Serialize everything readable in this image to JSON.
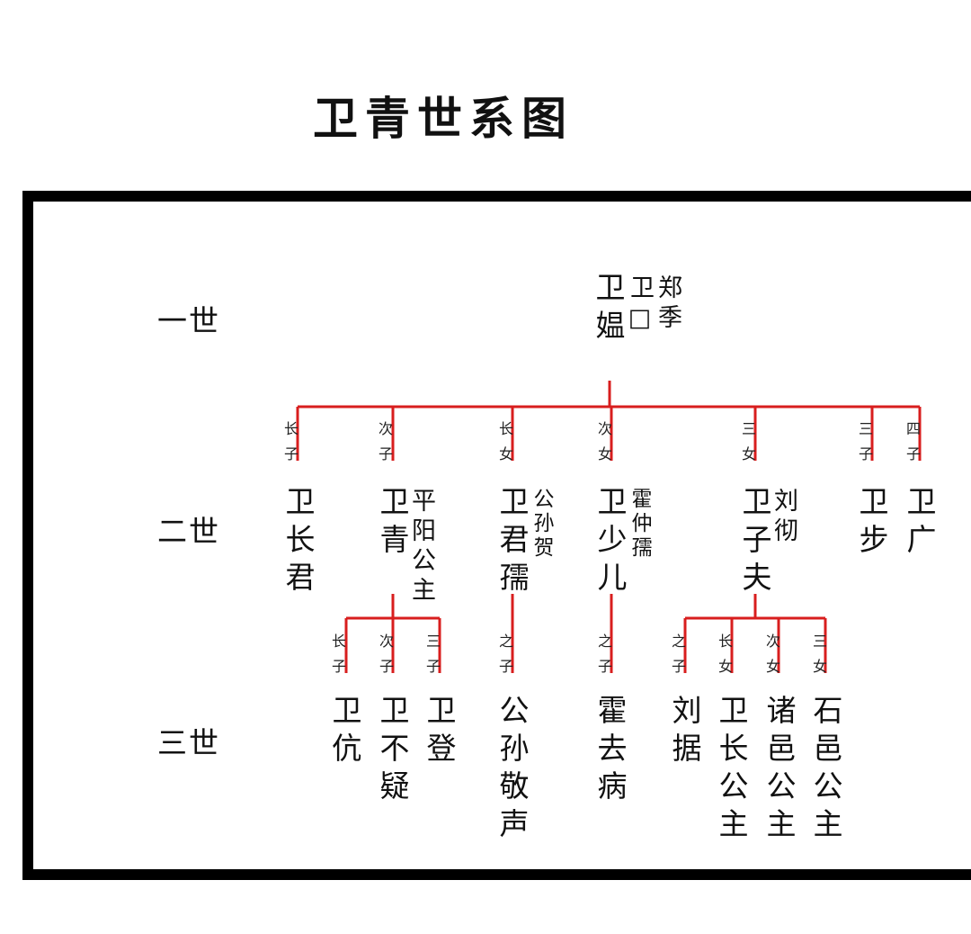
{
  "title": "卫青世系图",
  "generations": [
    "一世",
    "二世",
    "三世"
  ],
  "line_color": "#d81e1e",
  "gen1": {
    "mother": "卫媪",
    "spouses": [
      "卫□",
      "郑季"
    ]
  },
  "gen2": [
    {
      "order": "长子",
      "name": "卫长君"
    },
    {
      "order": "次子",
      "name": "卫青",
      "spouse": "平阳公主"
    },
    {
      "order": "长女",
      "name": "卫君孺",
      "spouse": "公孙贺"
    },
    {
      "order": "次女",
      "name": "卫少儿",
      "spouse": "霍仲孺"
    },
    {
      "order": "三女",
      "name": "卫子夫",
      "spouse": "刘彻"
    },
    {
      "order": "三子",
      "name": "卫步"
    },
    {
      "order": "四子",
      "name": "卫广"
    }
  ],
  "gen3": [
    {
      "order": "长子",
      "name": "卫伉"
    },
    {
      "order": "次子",
      "name": "卫不疑"
    },
    {
      "order": "三子",
      "name": "卫登"
    },
    {
      "order": "之子",
      "name": "公孙敬声"
    },
    {
      "order": "之子",
      "name": "霍去病"
    },
    {
      "order": "之子",
      "name": "刘据"
    },
    {
      "order": "长女",
      "name": "卫长公主"
    },
    {
      "order": "次女",
      "name": "诸邑公主"
    },
    {
      "order": "三女",
      "name": "石邑公主"
    }
  ]
}
